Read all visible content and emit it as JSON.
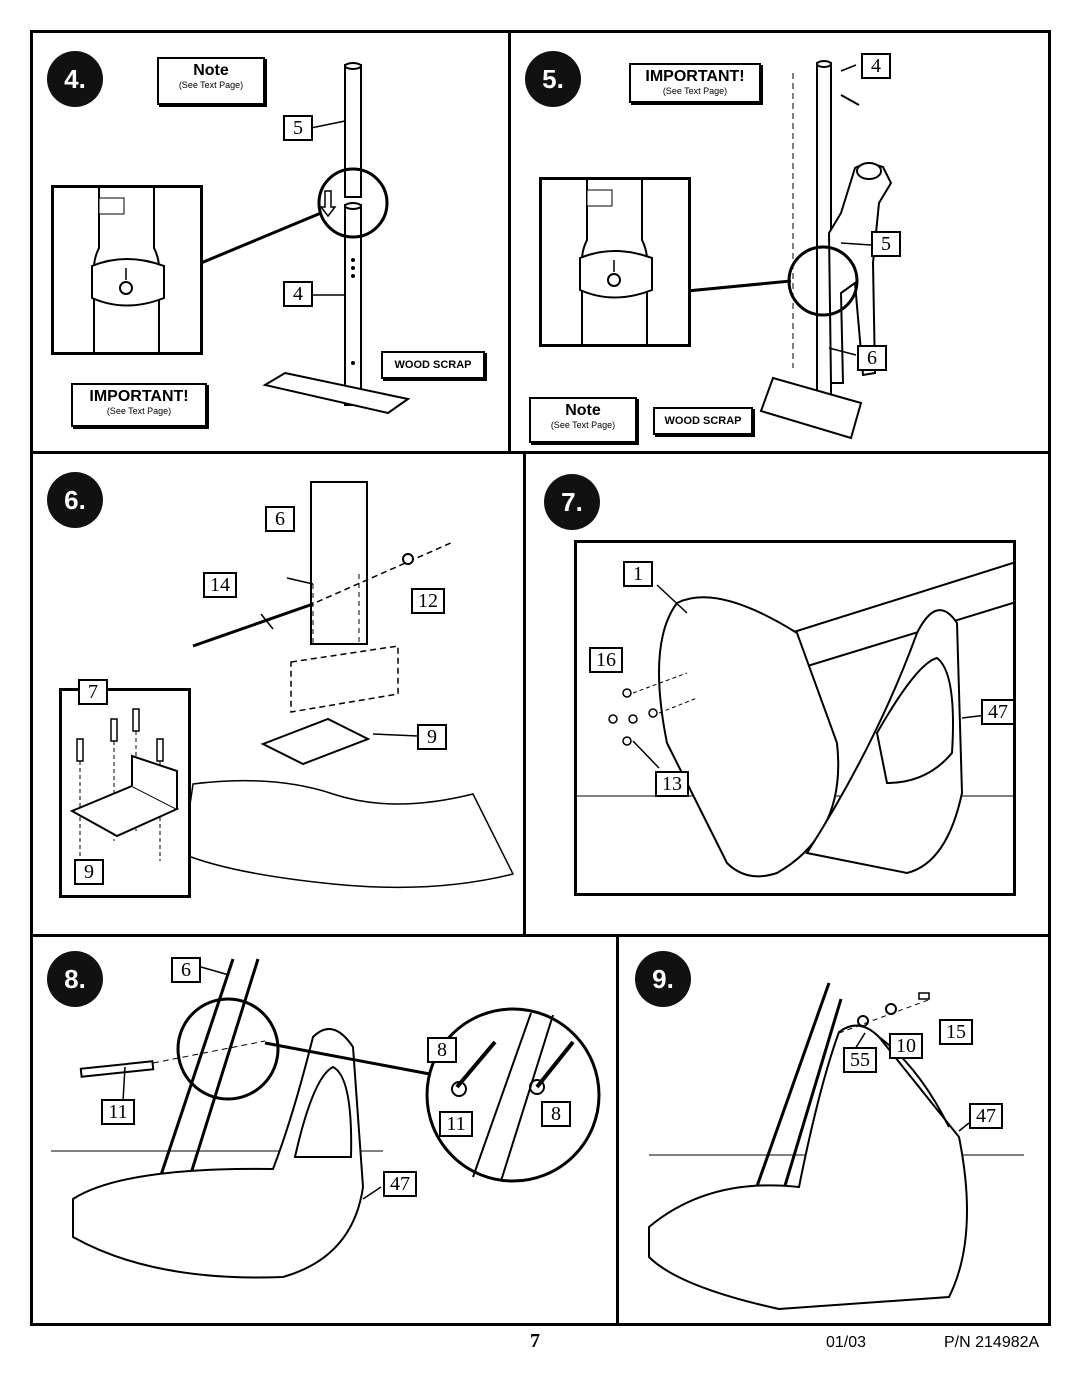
{
  "steps": {
    "s4": {
      "number": "4.",
      "note_title": "Note",
      "note_sub": "(See Text Page)",
      "important_title": "IMPORTANT!",
      "important_sub": "(See Text Page)",
      "wood_label": "WOOD SCRAP",
      "callouts": [
        "5",
        "4"
      ]
    },
    "s5": {
      "number": "5.",
      "note_title": "Note",
      "note_sub": "(See Text Page)",
      "important_title": "IMPORTANT!",
      "important_sub": "(See Text Page)",
      "wood_label": "WOOD SCRAP",
      "callouts": [
        "4",
        "5",
        "6"
      ]
    },
    "s6": {
      "number": "6.",
      "callouts": [
        "6",
        "14",
        "12",
        "7",
        "9",
        "9"
      ]
    },
    "s7": {
      "number": "7.",
      "callouts": [
        "1",
        "16",
        "47",
        "13"
      ]
    },
    "s8": {
      "number": "8.",
      "callouts": [
        "6",
        "11",
        "8",
        "11",
        "8",
        "47"
      ]
    },
    "s9": {
      "number": "9.",
      "callouts": [
        "15",
        "55",
        "10",
        "47"
      ]
    }
  },
  "footer": {
    "page": "7",
    "date": "01/03",
    "part": "P/N 214982A"
  }
}
